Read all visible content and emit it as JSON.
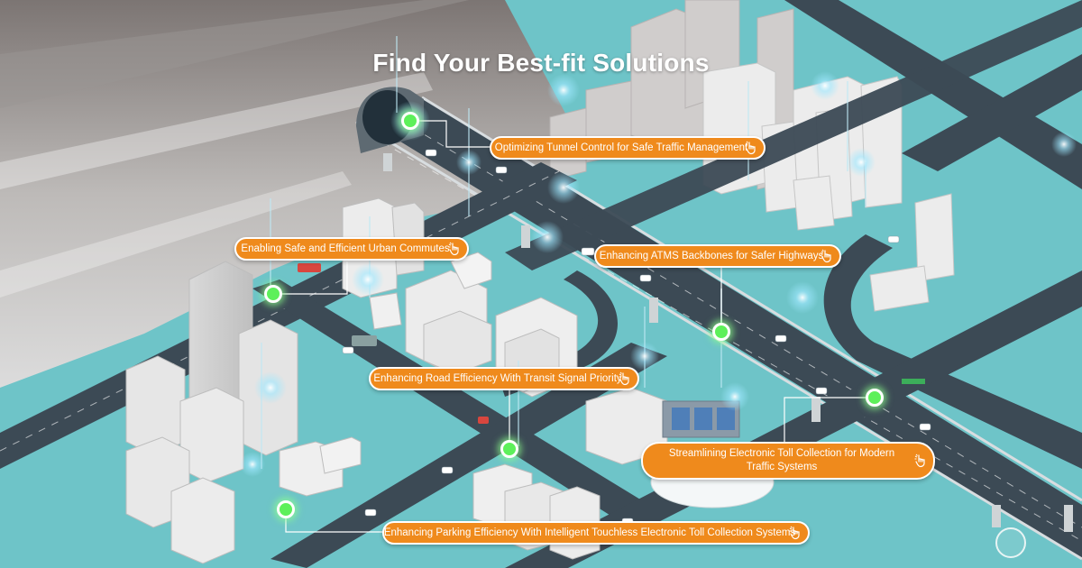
{
  "page": {
    "title": "Find Your Best-fit Solutions"
  },
  "colors": {
    "ground": "#6ec4c8",
    "road": "#3c4a55",
    "accent_orange": "#ef8a1c",
    "hotspot_green": "#5df05a",
    "building": "#e6e6e6"
  },
  "solutions": [
    {
      "id": "tunnel",
      "label": "Optimizing Tunnel Control for Safe Traffic Management"
    },
    {
      "id": "urban",
      "label": "Enabling Safe and Efficient Urban Commutes"
    },
    {
      "id": "atms",
      "label": "Enhancing ATMS Backbones for Safer Highways"
    },
    {
      "id": "transit",
      "label": "Enhancing Road Efficiency With Transit Signal Priority"
    },
    {
      "id": "toll",
      "label": "Streamlining Electronic Toll Collection for Modern Traffic Systems"
    },
    {
      "id": "parking",
      "label": "Enhancing Parking Efficiency With Intelligent Touchless Electronic Toll Collection Systems"
    }
  ],
  "icons": {
    "pointer": "hand-pointer-icon",
    "hotspot": "hotspot-dot-icon"
  }
}
